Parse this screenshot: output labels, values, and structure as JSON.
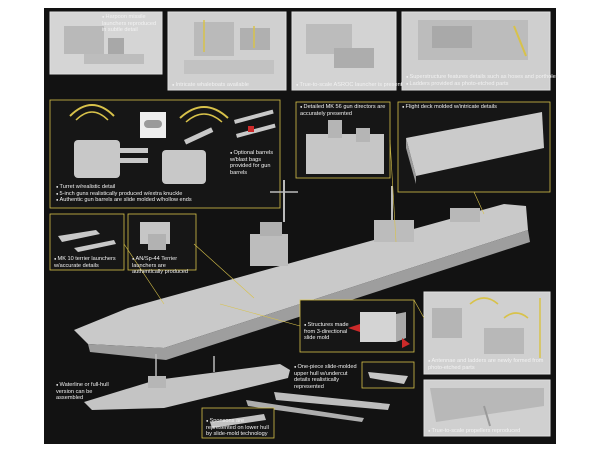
{
  "captions": {
    "harpoon": "Harpoon missile launchers reproduced in subtle detail",
    "whaleboats": "Intricate whaleboats available",
    "asroc": "True-to-scale ASROC launcher is present",
    "superstructure_1": "Superstructure features details such as hoses and portholes",
    "superstructure_2": "Ladders provided as photo-etched parts",
    "turret_1": "Turret w/realistic detail",
    "turret_2": "5-inch guns realistically produced w/extra knuckle",
    "turret_3": "Authentic gun barrels are slide molded w/hollow ends",
    "optional_barrels": "Optional barrels w/blast bags provided for gun barrels",
    "mk56": "Detailed MK 56 gun directors are accurately presented",
    "flight_deck": "Flight deck molded w/intricate details",
    "mk10": "MK 10 terrier launchers w/accurate details",
    "radar": "AN/Sp-44 Terrier launchers are authentically produced",
    "slide_mold": "Structures made from 3-directional slide mold",
    "antennae": "Antennae and ladders are newly formed from photo-etched parts",
    "waterline": "Waterline or full-hull version can be assembled",
    "hull": "One-piece slide-molded upper hull w/undercut details realistically represented",
    "sponsons": "Sponsons are represented on lower hull by slide-mold technology",
    "propellers": "True-to-scale propellers reproduced"
  },
  "colors": {
    "background": "#121212",
    "accent_line": "#d8c24a",
    "model_grey": "#c9c9c9"
  }
}
